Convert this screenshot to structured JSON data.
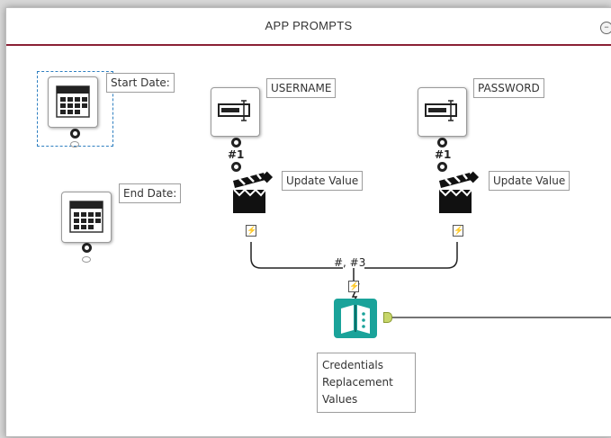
{
  "window": {
    "title": "APP PROMPTS"
  },
  "tools": {
    "start_date_label": "Start Date:",
    "end_date_label": "End Date:",
    "username_label": "USERNAME",
    "password_label": "PASSWORD",
    "update_value_left_label": "Update Value",
    "update_value_right_label": "Update Value",
    "username_connection": "#1",
    "password_connection": "#1",
    "merge_connection": "#, #3",
    "macro_label": "Credentials Replacement Values",
    "macro_lines": [
      "Credentials",
      "Replacement",
      "Values"
    ]
  },
  "icons": {
    "start_date": "calendar-icon",
    "end_date": "calendar-icon",
    "username": "text-box-icon",
    "password": "text-box-icon",
    "action_left": "clapperboard-icon",
    "action_right": "clapperboard-icon",
    "macro": "book-icon",
    "collapse": "collapse-icon"
  },
  "colors": {
    "title_rule": "#8a2035",
    "macro_teal": "#1aa39a",
    "selection": "#2e7fc0",
    "anchor_green": "#c7d66a"
  }
}
